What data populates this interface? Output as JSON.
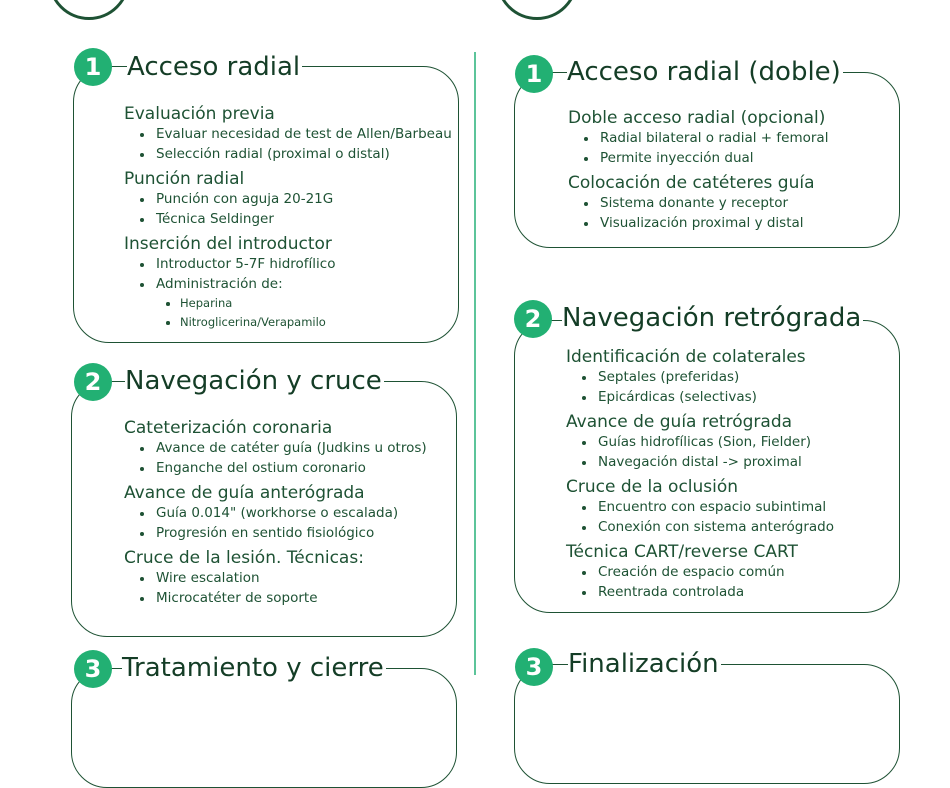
{
  "colors": {
    "accent": "#22b073",
    "dark_green": "#1e5234",
    "divider": "#5cc49a"
  },
  "left": {
    "sections": [
      {
        "number": "1",
        "title": "Acceso radial",
        "items": [
          {
            "heading": "Evaluación previa",
            "bullets": [
              {
                "text": "Evaluar necesidad de test de Allen/Barbeau"
              },
              {
                "text": "Selección radial (proximal o distal)"
              }
            ]
          },
          {
            "heading": "Punción radial",
            "bullets": [
              {
                "text": "Punción con aguja 20-21G"
              },
              {
                "text": "Técnica Seldinger"
              }
            ]
          },
          {
            "heading": "Inserción del introductor",
            "bullets": [
              {
                "text": "Introductor 5-7F hidrofílico"
              },
              {
                "text": "Administración de:",
                "sub": [
                  "Heparina",
                  "Nitroglicerina/Verapamilo"
                ]
              }
            ]
          }
        ]
      },
      {
        "number": "2",
        "title": "Navegación y cruce",
        "items": [
          {
            "heading": "Cateterización coronaria",
            "bullets": [
              {
                "text": "Avance de catéter guía (Judkins u otros)"
              },
              {
                "text": "Enganche del ostium coronario"
              }
            ]
          },
          {
            "heading": "Avance de guía anterógrada",
            "bullets": [
              {
                "text": "Guía 0.014\" (workhorse o escalada)"
              },
              {
                "text": "Progresión en sentido fisiológico"
              }
            ]
          },
          {
            "heading": "Cruce de la lesión. Técnicas:",
            "bullets": [
              {
                "text": "Wire escalation"
              },
              {
                "text": "Microcatéter de soporte"
              }
            ]
          }
        ]
      },
      {
        "number": "3",
        "title": "Tratamiento y cierre",
        "items": []
      }
    ]
  },
  "right": {
    "sections": [
      {
        "number": "1",
        "title": "Acceso radial (doble)",
        "items": [
          {
            "heading": "Doble acceso radial (opcional)",
            "bullets": [
              {
                "text": "Radial bilateral o radial + femoral"
              },
              {
                "text": "Permite inyección dual"
              }
            ]
          },
          {
            "heading": "Colocación de catéteres guía",
            "bullets": [
              {
                "text": "Sistema donante y receptor"
              },
              {
                "text": "Visualización proximal y distal"
              }
            ]
          }
        ]
      },
      {
        "number": "2",
        "title": "Navegación retrógrada",
        "items": [
          {
            "heading": "Identificación de colaterales",
            "bullets": [
              {
                "text": "Septales (preferidas)"
              },
              {
                "text": "Epicárdicas (selectivas)"
              }
            ]
          },
          {
            "heading": "Avance de guía retrógrada",
            "bullets": [
              {
                "text": "Guías hidrofílicas (Sion, Fielder)"
              },
              {
                "text": "Navegación distal -> proximal"
              }
            ]
          },
          {
            "heading": "Cruce de la oclusión",
            "bullets": [
              {
                "text": "Encuentro con espacio subintimal"
              },
              {
                "text": "Conexión con sistema anterógrado"
              }
            ]
          },
          {
            "heading": "Técnica CART/reverse CART",
            "bullets": [
              {
                "text": "Creación de espacio común"
              },
              {
                "text": "Reentrada controlada"
              }
            ]
          }
        ]
      },
      {
        "number": "3",
        "title": "Finalización",
        "items": []
      }
    ]
  }
}
